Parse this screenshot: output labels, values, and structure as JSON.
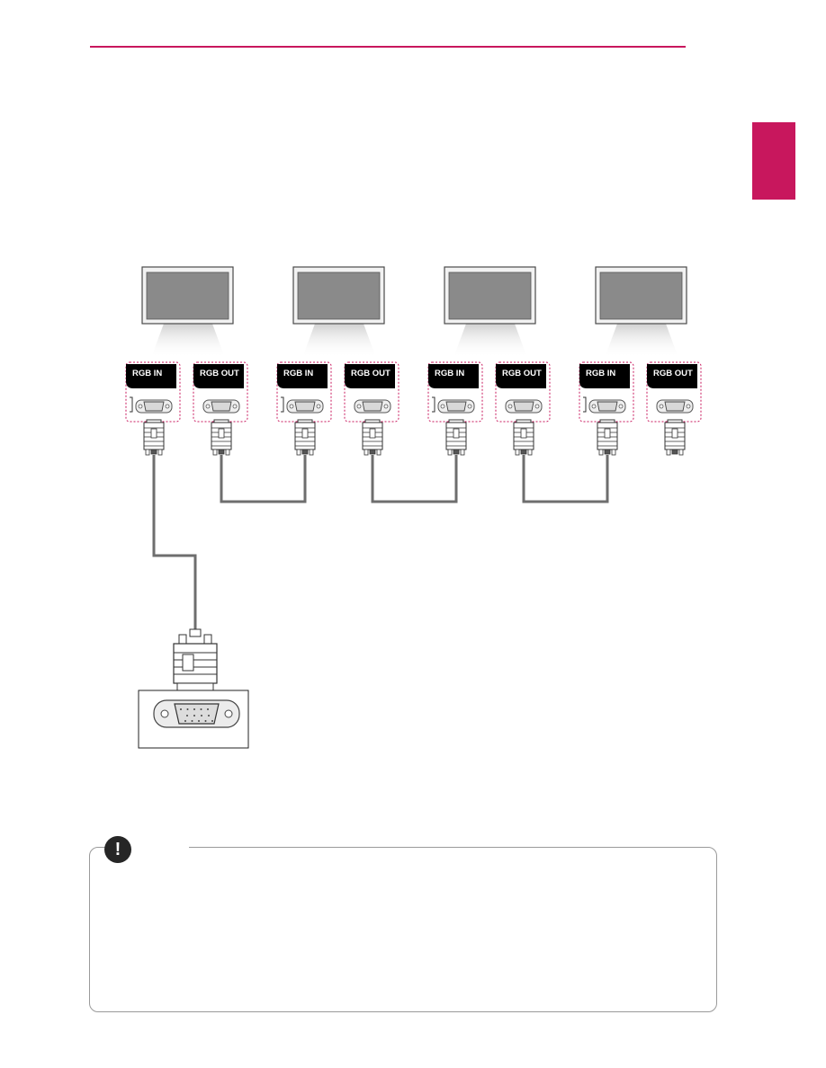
{
  "theme": {
    "accent": "#c8175d",
    "note_icon_color": "#262626"
  },
  "icons": {
    "note": "exclamation-icon",
    "note_glyph": "!"
  },
  "displays": [
    {
      "ports": [
        {
          "label": "RGB IN"
        },
        {
          "label": "RGB OUT"
        }
      ]
    },
    {
      "ports": [
        {
          "label": "RGB IN"
        },
        {
          "label": "RGB OUT"
        }
      ]
    },
    {
      "ports": [
        {
          "label": "RGB IN"
        },
        {
          "label": "RGB OUT"
        }
      ]
    },
    {
      "ports": [
        {
          "label": "RGB IN"
        },
        {
          "label": "RGB OUT"
        }
      ]
    }
  ]
}
